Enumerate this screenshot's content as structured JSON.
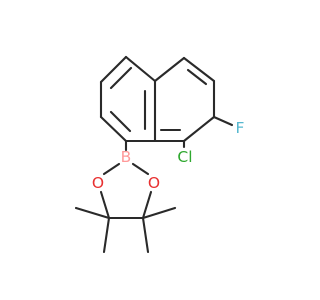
{
  "molecule": {
    "atoms": {
      "B": {
        "label": "B",
        "color": "#ff9999"
      },
      "O1": {
        "label": "O",
        "color": "#e83030"
      },
      "O2": {
        "label": "O",
        "color": "#e83030"
      },
      "Cl": {
        "label": "Cl",
        "color": "#2fa82f"
      },
      "F": {
        "label": "F",
        "color": "#55b7cf"
      }
    },
    "bond_color": "#2a2a2a"
  }
}
